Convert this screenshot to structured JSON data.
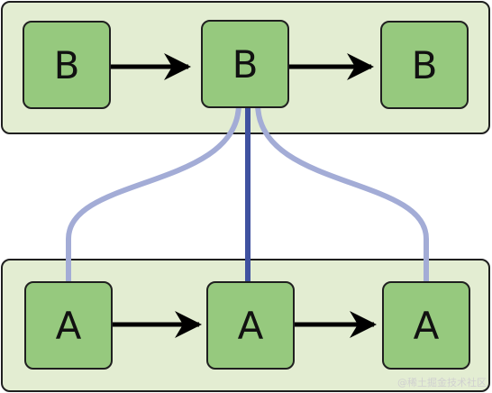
{
  "colors": {
    "panel_fill": "#e3edd2",
    "node_fill": "#96c97e",
    "outline": "#1f1f1f",
    "link_light": "#a3acd6",
    "link_dark": "#4052a0"
  },
  "top_row": {
    "nodes": [
      {
        "label": "B"
      },
      {
        "label": "B"
      },
      {
        "label": "B"
      }
    ]
  },
  "bottom_row": {
    "nodes": [
      {
        "label": "A"
      },
      {
        "label": "A"
      },
      {
        "label": "A"
      }
    ]
  },
  "watermark": "@稀土掘金技术社区"
}
